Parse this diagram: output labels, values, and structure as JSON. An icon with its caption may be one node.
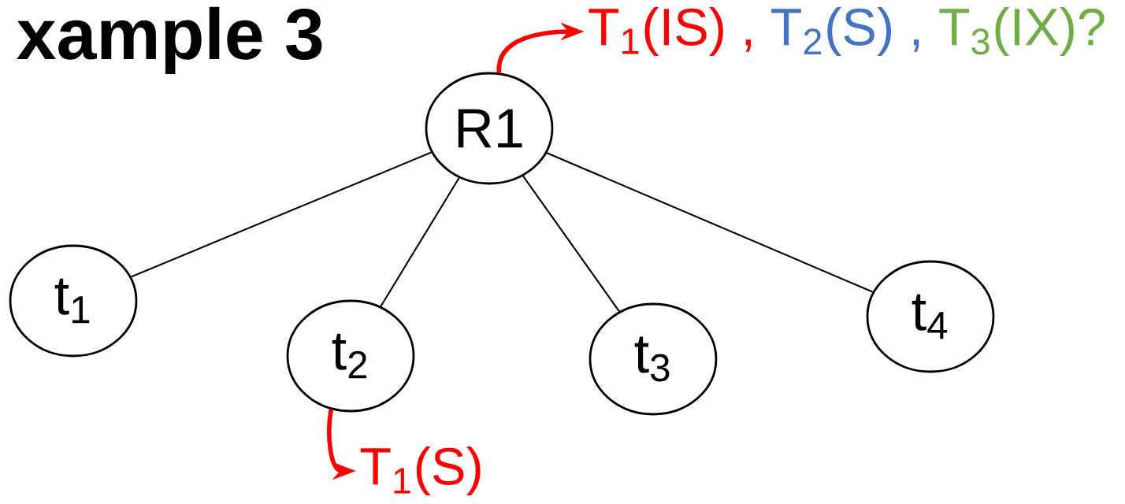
{
  "diagram": {
    "title": "xample 3",
    "nodes": [
      {
        "text": [
          "R1"
        ]
      },
      {
        "text": [
          "t$_{1}$"
        ]
      },
      {
        "text": [
          "t$_{2}$"
        ]
      },
      {
        "text": [
          "t$_{3}$"
        ]
      },
      {
        "text": [
          "t$_{4}$"
        ]
      },
      {
        "text": [
          "T$_{1}$(IS) ,",
          "T$_{2}$(S) ,",
          "T$_{3}$(IX)?"
        ]
      },
      {
        "text": [
          "T$_{1}$(S)"
        ]
      }
    ],
    "edges": [
      {
        "from": 0,
        "to": 1,
        "arrow": "none"
      },
      {
        "from": 0,
        "to": 2,
        "arrow": "none"
      },
      {
        "from": 0,
        "to": 3,
        "arrow": "none"
      },
      {
        "from": 0,
        "to": 4,
        "arrow": "none"
      },
      {
        "from": 0,
        "to": 5,
        "arrow": "to",
        "color": "#ff0000",
        "style": "thick"
      },
      {
        "from": 2,
        "to": 6,
        "arrow": "to",
        "color": "#ff0000",
        "style": "thick"
      }
    ]
  }
}
